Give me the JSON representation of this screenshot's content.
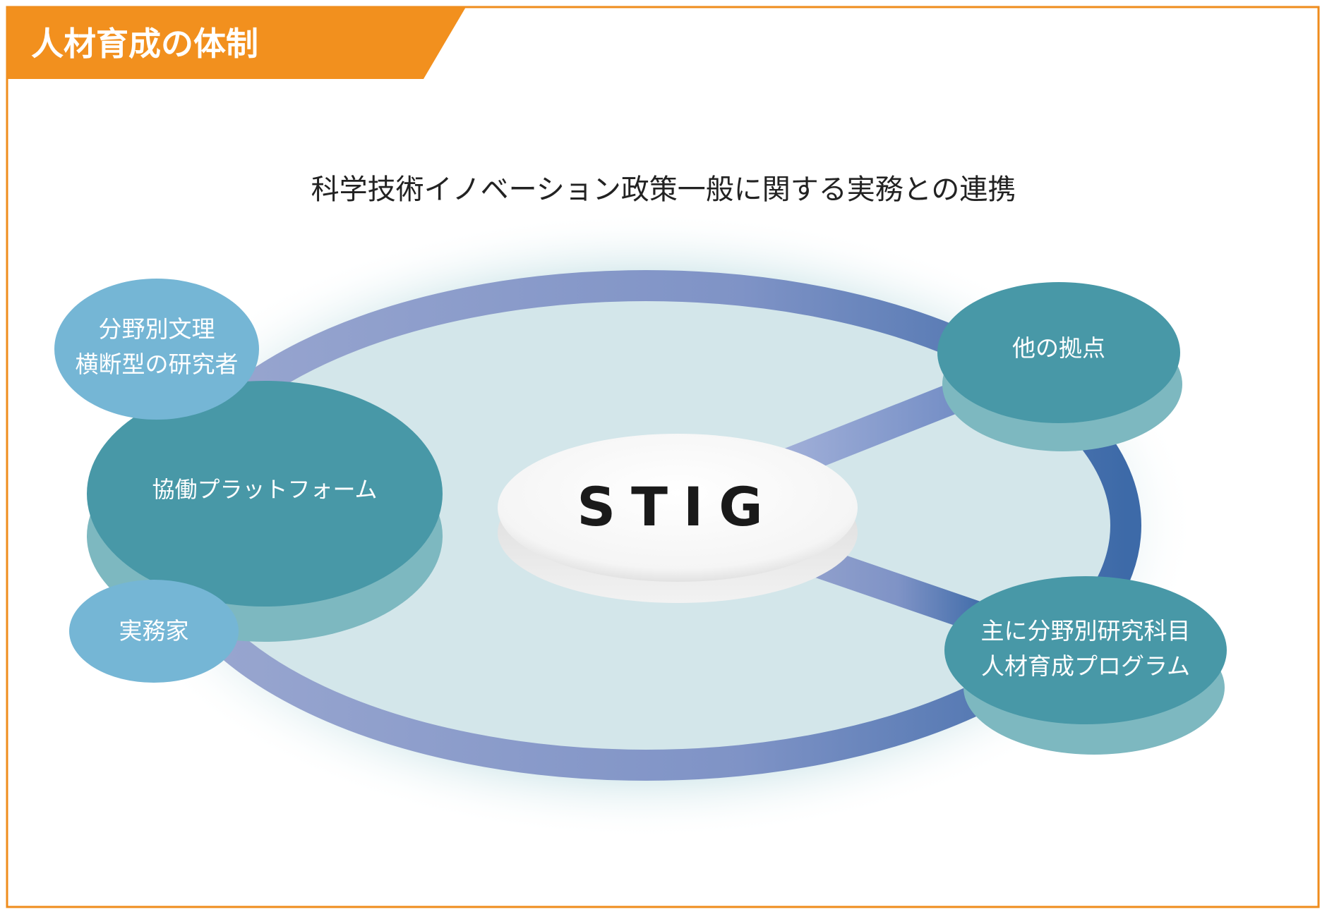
{
  "header": {
    "title": "人材育成の体制"
  },
  "diagram": {
    "top_caption": "科学技術イノベーション政策一般に関する実務との連携",
    "center": "STIG",
    "nodes": {
      "researchers": {
        "line1": "分野別文理",
        "line2": "横断型の研究者"
      },
      "platform": "協働プラットフォーム",
      "practitioners": "実務家",
      "other_bases": "他の拠点",
      "program": {
        "line1": "主に分野別研究科目",
        "line2": "人材育成プログラム"
      }
    }
  },
  "colors": {
    "frame": "#ef8c1c",
    "header_fill": "#f2901e",
    "ring": "#6f86be",
    "node_dark": "#4898a7",
    "node_light": "#75b6d5",
    "node_shadow": "#7db8c0",
    "disc": "#d5e7ea"
  }
}
